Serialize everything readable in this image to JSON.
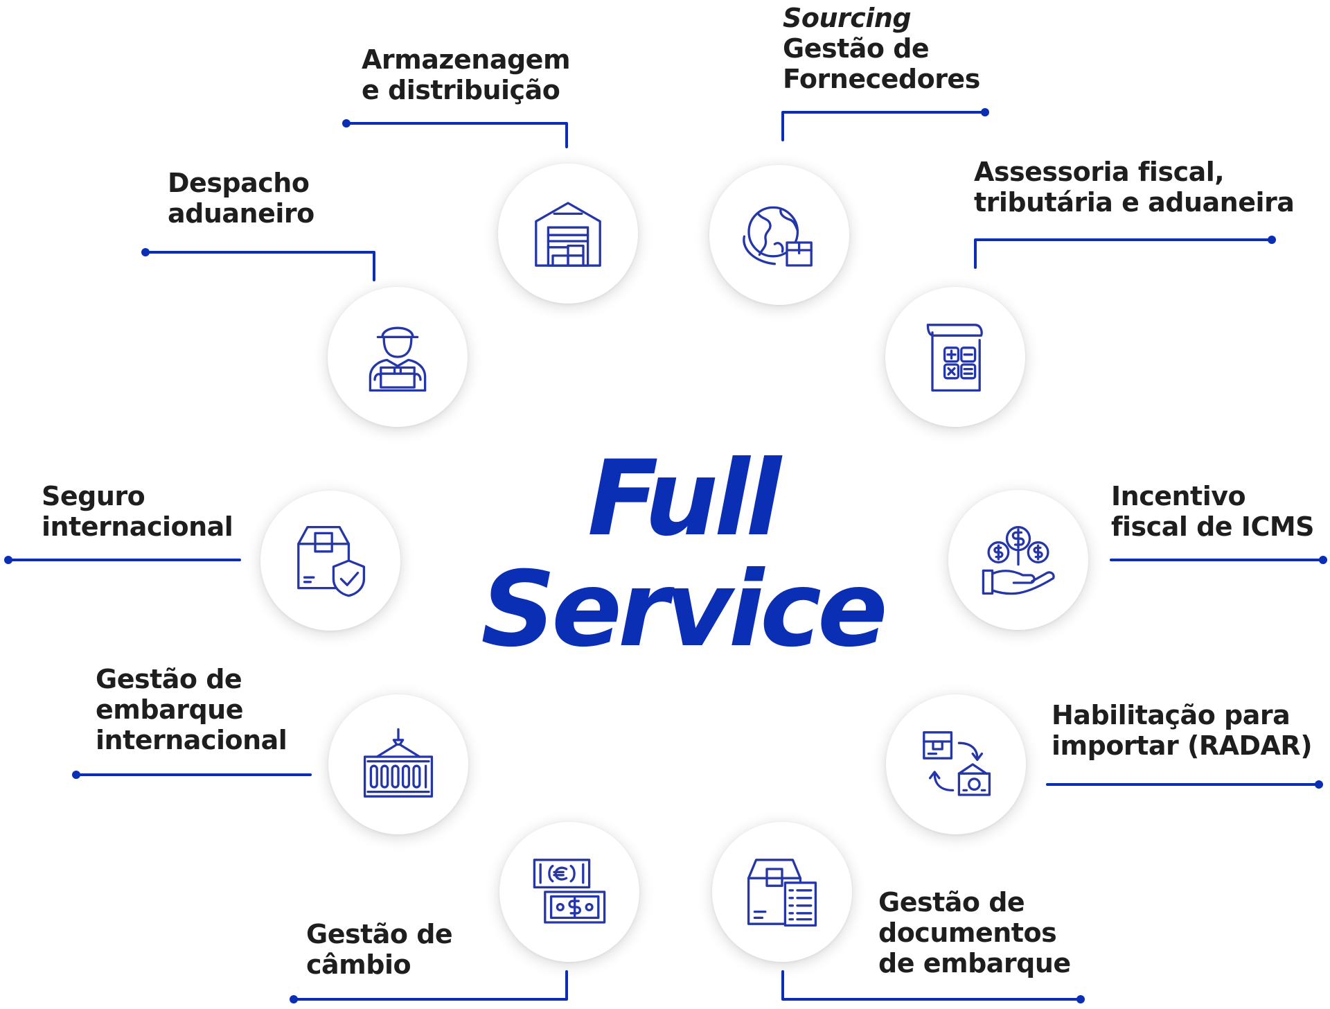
{
  "title": {
    "line1": "Full",
    "line2": "Service"
  },
  "accent_color": "#0a2fb5",
  "services": [
    {
      "id": "armazenagem",
      "lines": [
        "Armazenagem",
        "e distribuição"
      ],
      "icon": "warehouse-icon"
    },
    {
      "id": "sourcing",
      "lines": [
        "Sourcing",
        "Gestão de",
        "Fornecedores"
      ],
      "icon": "globe-package-icon"
    },
    {
      "id": "assessoria",
      "lines": [
        "Assessoria fiscal,",
        "tributária e aduaneira"
      ],
      "icon": "calculator-icon"
    },
    {
      "id": "incentivo",
      "lines": [
        "Incentivo",
        "fiscal de ICMS"
      ],
      "icon": "coins-hand-icon"
    },
    {
      "id": "radar",
      "lines": [
        "Habilitação para",
        "importar (RADAR)"
      ],
      "icon": "exchange-package-icon"
    },
    {
      "id": "documentos",
      "lines": [
        "Gestão de",
        "documentos",
        "de embarque"
      ],
      "icon": "package-document-icon"
    },
    {
      "id": "cambio",
      "lines": [
        "Gestão de",
        "câmbio"
      ],
      "icon": "currency-exchange-icon"
    },
    {
      "id": "embarque",
      "lines": [
        "Gestão de",
        "embarque",
        "internacional"
      ],
      "icon": "container-icon"
    },
    {
      "id": "seguro",
      "lines": [
        "Seguro",
        "internacional"
      ],
      "icon": "package-shield-icon"
    },
    {
      "id": "despacho",
      "lines": [
        "Despacho",
        "aduaneiro"
      ],
      "icon": "delivery-person-icon"
    }
  ]
}
